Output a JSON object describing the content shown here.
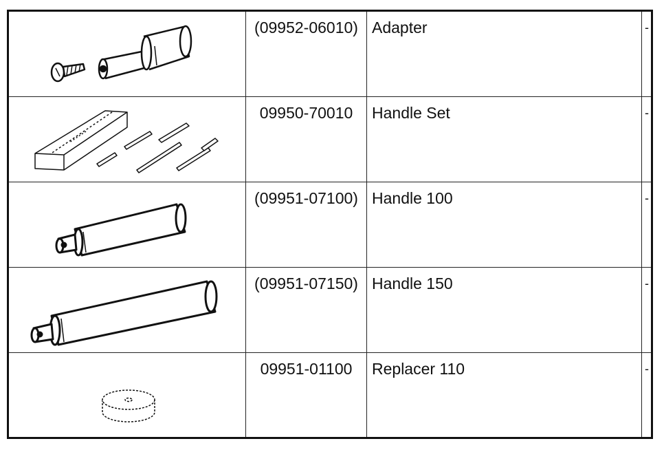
{
  "rows": [
    {
      "part_number": "(09952-06010)",
      "name": "Adapter",
      "extra": "-",
      "icon": "adapter-icon"
    },
    {
      "part_number": "09950-70010",
      "name": "Handle Set",
      "extra": "-",
      "icon": "handle-set-icon"
    },
    {
      "part_number": "(09951-07100)",
      "name": "Handle 100",
      "extra": "-",
      "icon": "handle-100-icon"
    },
    {
      "part_number": "(09951-07150)",
      "name": "Handle 150",
      "extra": "-",
      "icon": "handle-150-icon"
    },
    {
      "part_number": "09951-01100",
      "name": "Replacer 110",
      "extra": "-",
      "icon": "replacer-icon"
    }
  ]
}
